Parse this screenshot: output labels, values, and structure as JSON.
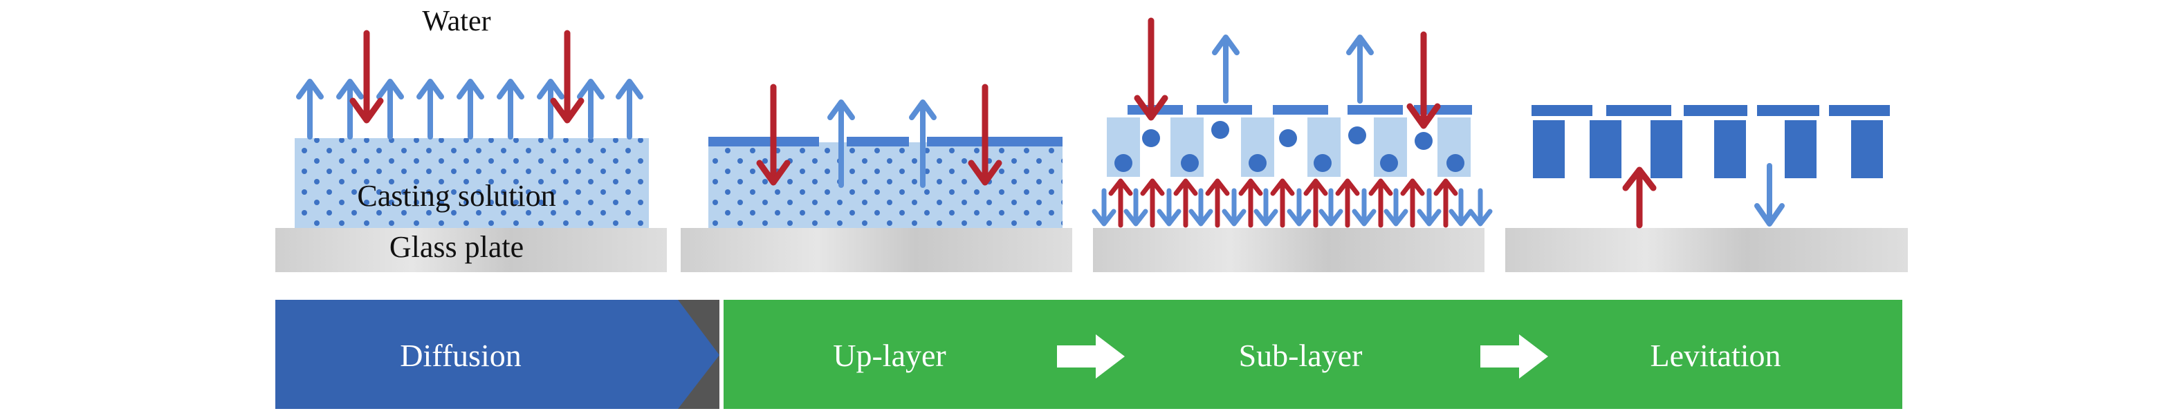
{
  "labels": {
    "water": "Water",
    "casting_solution": "Casting solution",
    "glass_plate": "Glass plate"
  },
  "stages": {
    "diffusion": "Diffusion",
    "up_layer": "Up-layer",
    "sub_layer": "Sub-layer",
    "levitation": "Levitation"
  },
  "colors": {
    "solution_fill": "#b8d3ee",
    "dot": "#3d72c4",
    "skin": "#4b7fd0",
    "blue_arrow": "#5a8ed6",
    "red_arrow": "#b5232d",
    "block": "#3a6fc2",
    "glass": "#d6d6d6",
    "diffusion_bar": "#3563b0",
    "process_bar": "#3db249",
    "white": "#ffffff"
  }
}
